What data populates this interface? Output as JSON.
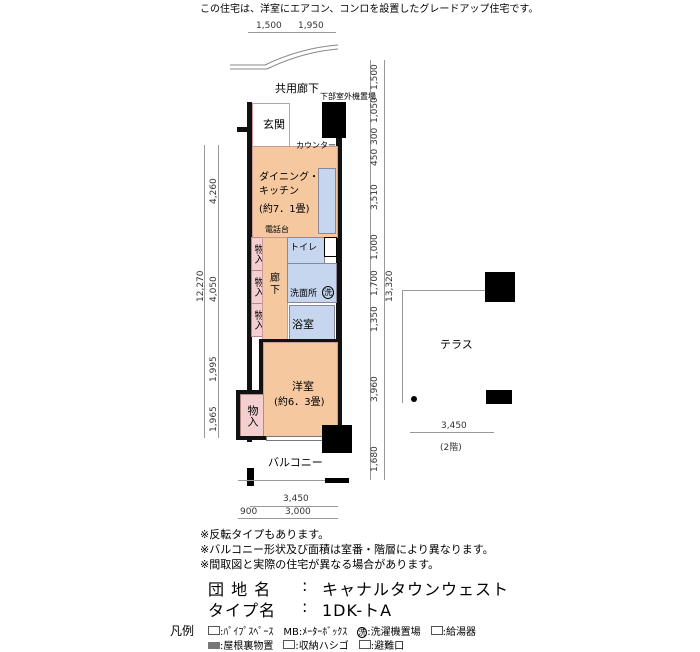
{
  "header": {
    "note": "この住宅は、洋室にエアコン、コンロを設置したグレードアップ住宅です。"
  },
  "plan": {
    "labels": {
      "corridor_common": "共用廊下",
      "outdoor_unit": "下部室外機置場",
      "entrance": "玄関",
      "counter": "カウンター",
      "dk": "ダイニング・\nキッチン",
      "dk_area": "(約7．1畳)",
      "phone": "電話台",
      "storage": "物入",
      "hall": "廊\n下",
      "toilet": "トイレ",
      "washroom": "洗面所",
      "wash_symbol": "洗",
      "bath": "浴室",
      "western": "洋室",
      "western_area": "(約6．3畳)",
      "balcony": "バルコニー",
      "terrace": "テラス",
      "floor2": "(2階)"
    },
    "dims": {
      "top": [
        "1,500",
        "1,950"
      ],
      "left_total": "12,270",
      "left": [
        "4,260",
        "4,050",
        "1,995",
        "1,965"
      ],
      "right": [
        "1,500",
        "1,050",
        "300",
        "450",
        "3,510",
        "1,000",
        "1,700",
        "1,350",
        "3,960",
        "1,680"
      ],
      "right_total": "13,320",
      "bottom_total": "3,450",
      "bottom": [
        "900",
        "3,000"
      ],
      "terrace_width": "3,450"
    },
    "colors": {
      "room": "#f6c8a0",
      "wet": "#c6d6ef",
      "storage": "#f4cfd0"
    }
  },
  "notes": [
    "※反転タイプもあります。",
    "※バルコニー形状及び面積は室番・階層により異なります。",
    "※間取図と実際の住宅が異なる場合があります。"
  ],
  "info": {
    "estate_label": "団 地 名",
    "estate": "キャナルタウンウェスト",
    "type_label": "タイプ名",
    "type": "1DK-トA",
    "sep": ":"
  },
  "legend": {
    "title": "凡例",
    "items": [
      "ﾊﾟｲﾌﾟｽﾍﾟｰｽ",
      "MB:ﾒｰﾀｰﾎﾞｯｸｽ",
      "洗濯機置場",
      "給湯器",
      "屋根裏物置",
      "収納ハシゴ",
      "避難口"
    ]
  }
}
